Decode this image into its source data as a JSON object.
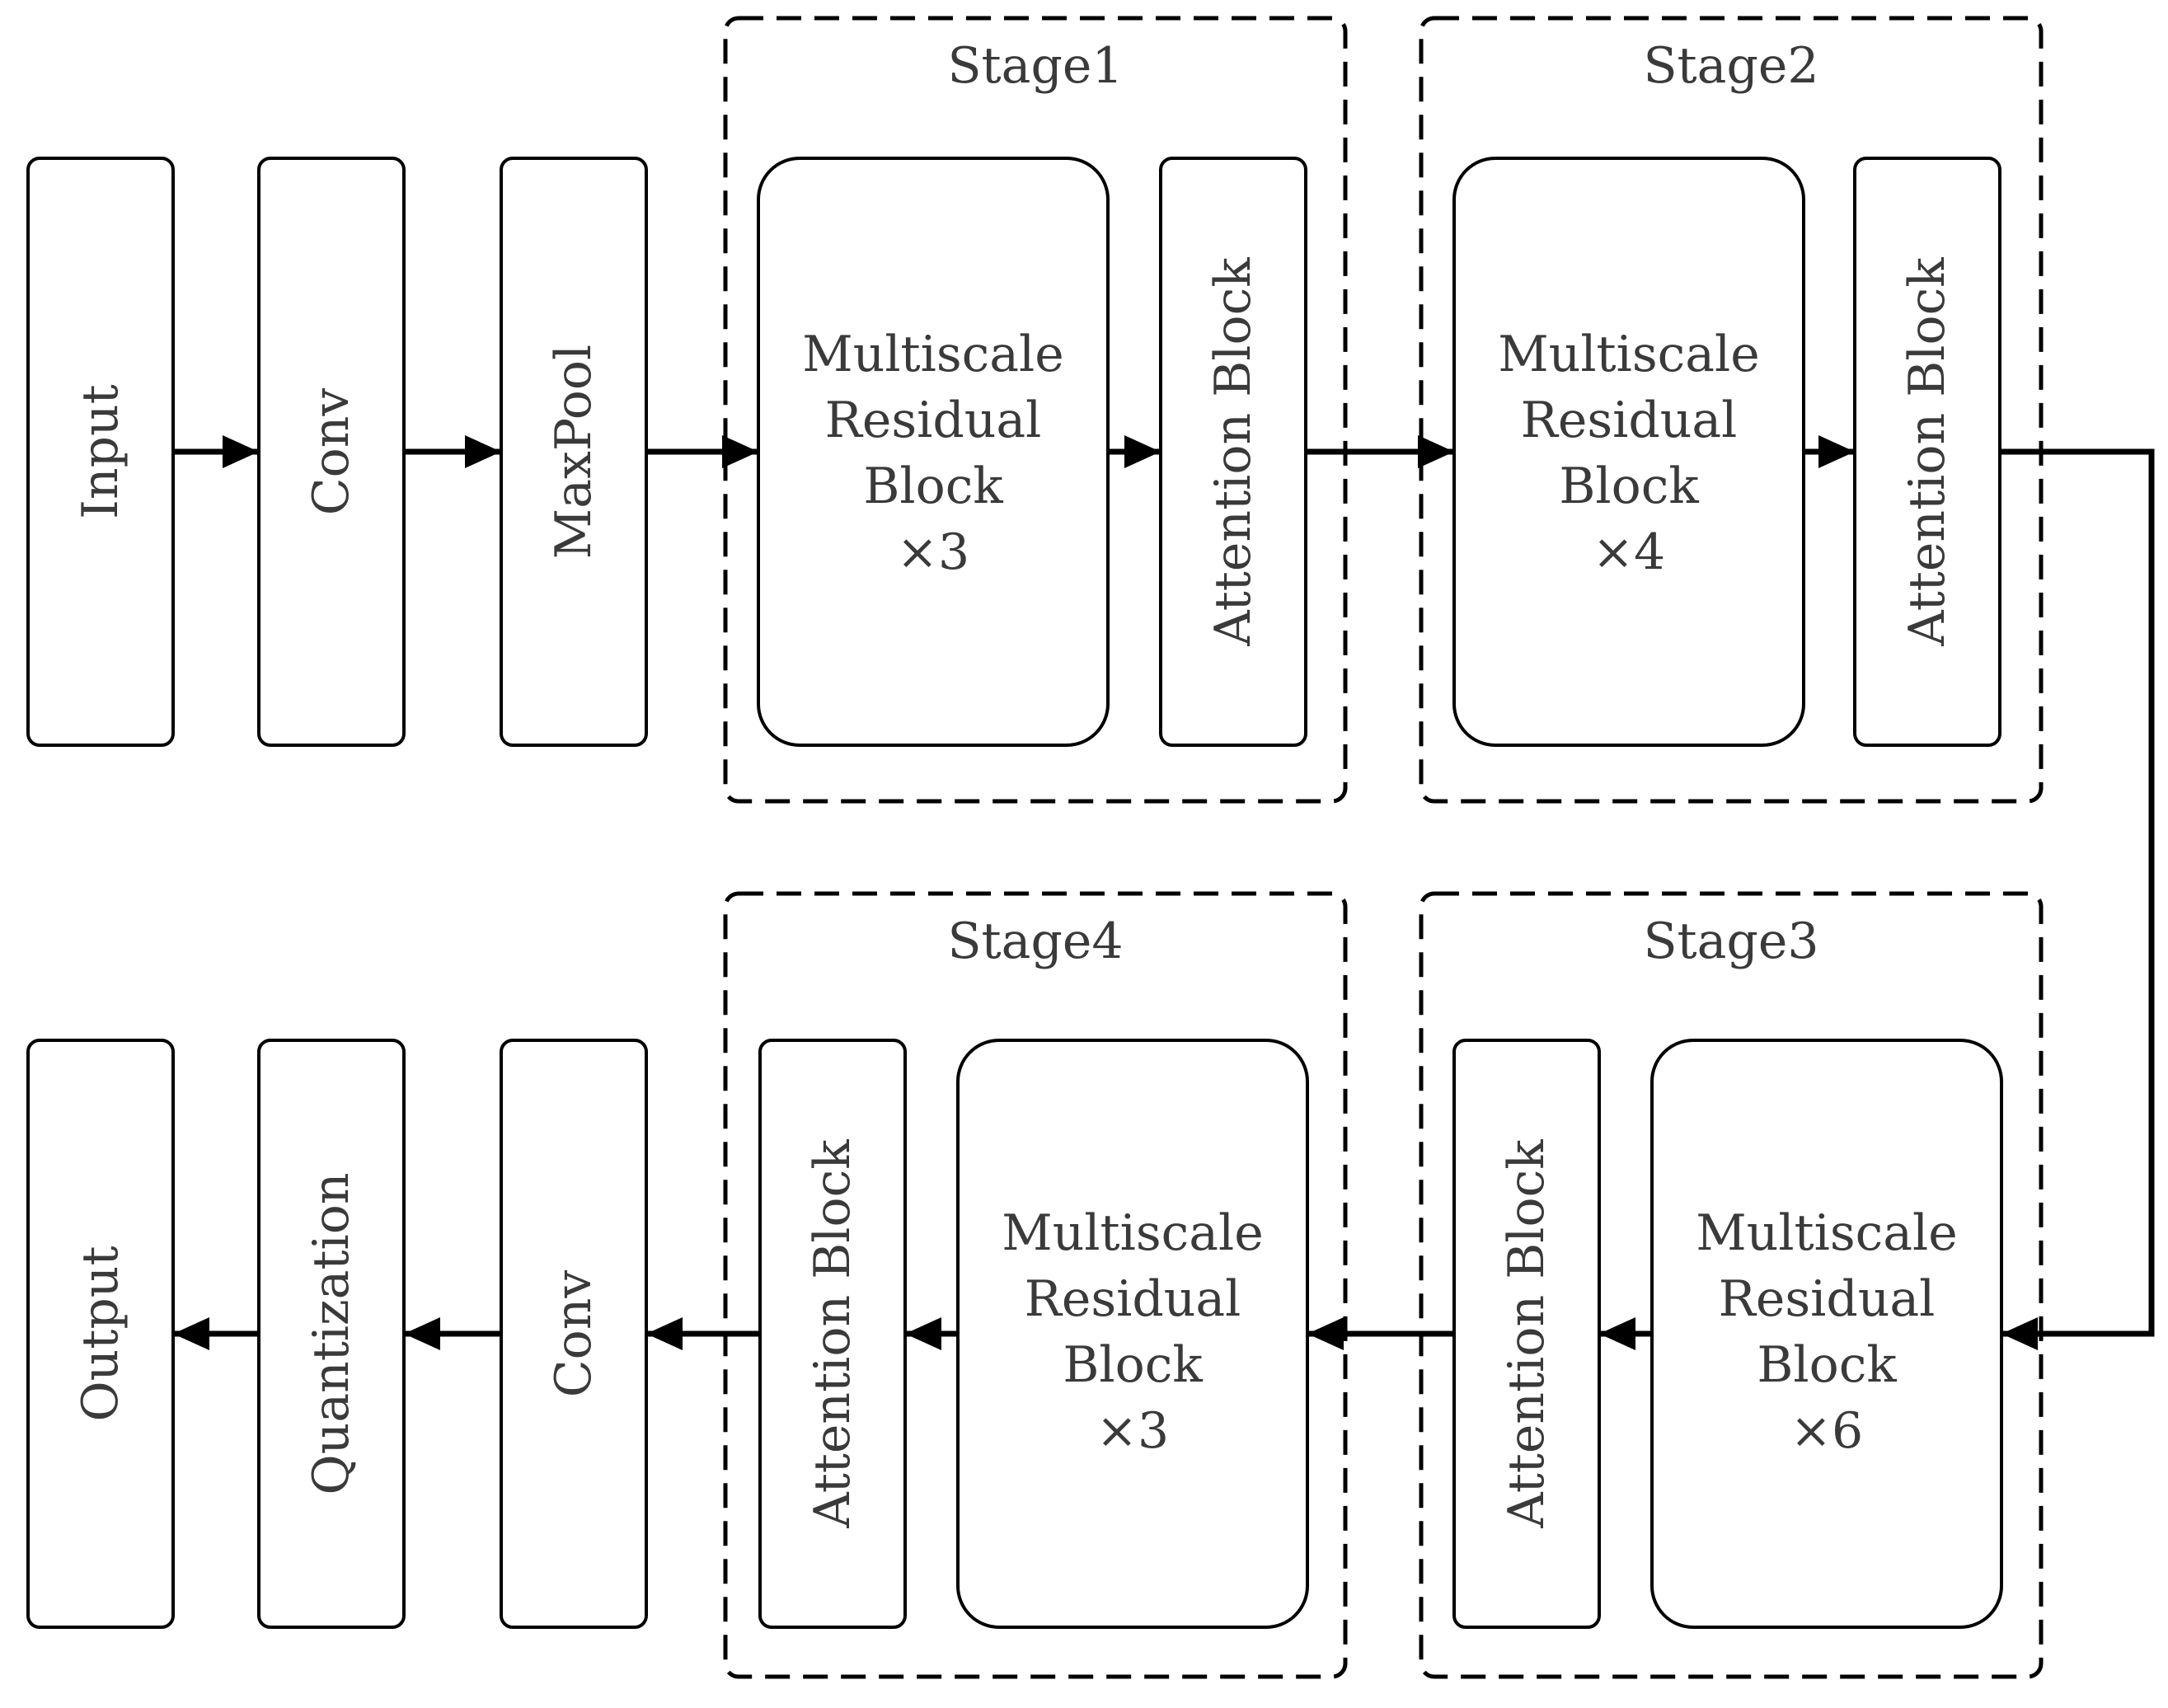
{
  "row1": {
    "input": "Input",
    "conv": "Conv",
    "maxpool": "MaxPool"
  },
  "stage1": {
    "title": "Stage1",
    "msrb_lines": [
      "Multiscale",
      "Residual",
      "Block",
      "×3"
    ],
    "attention": "Attention Block"
  },
  "stage2": {
    "title": "Stage2",
    "msrb_lines": [
      "Multiscale",
      "Residual",
      "Block",
      "×4"
    ],
    "attention": "Attention Block"
  },
  "stage3": {
    "title": "Stage3",
    "msrb_lines": [
      "Multiscale",
      "Residual",
      "Block",
      "×6"
    ],
    "attention": "Attention Block"
  },
  "stage4": {
    "title": "Stage4",
    "msrb_lines": [
      "Multiscale",
      "Residual",
      "Block",
      "×3"
    ],
    "attention": "Attention Block"
  },
  "row2": {
    "conv": "Conv",
    "quantization": "Quantization",
    "output": "Output"
  }
}
